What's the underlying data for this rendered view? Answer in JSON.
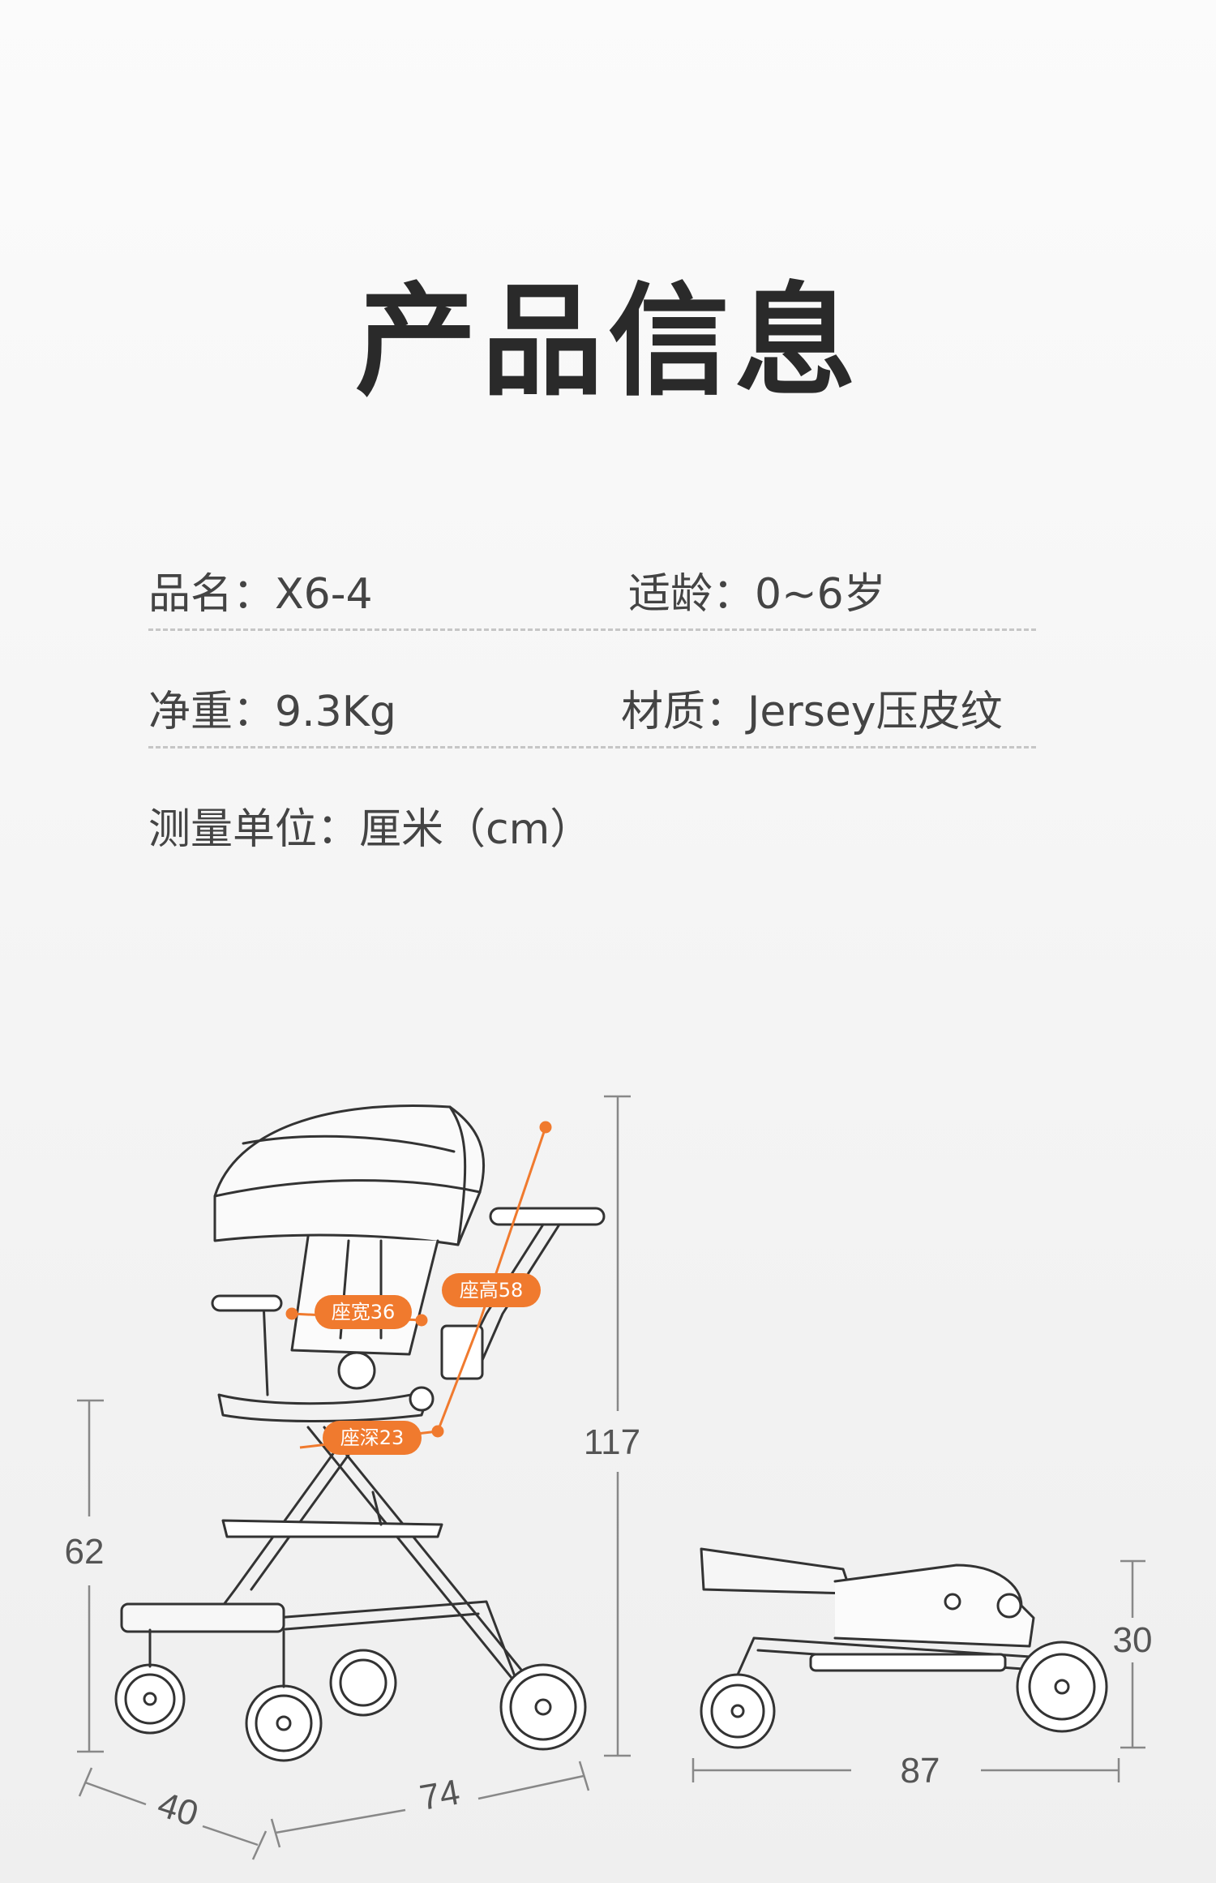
{
  "title": "产品信息",
  "specs": {
    "name": {
      "label": "品名：",
      "value": "X6-4"
    },
    "age": {
      "label": "适龄：",
      "value": "0~6岁"
    },
    "weight": {
      "label": "净重：",
      "value": "9.3Kg"
    },
    "material": {
      "label": "材质：",
      "value": "Jersey压皮纹"
    },
    "unit": {
      "label": "测量单位：",
      "value": "厘米（cm）"
    }
  },
  "diagram": {
    "tags": {
      "seat_width": "座宽36",
      "seat_height": "座高58",
      "seat_depth": "座深23"
    },
    "dimensions": {
      "handle_height": "62",
      "total_height": "117",
      "width": "40",
      "length": "74",
      "folded_height": "30",
      "folded_length": "87"
    }
  },
  "colors": {
    "accent": "#f07a2e",
    "line": "#333333",
    "dim_line": "#888888"
  }
}
